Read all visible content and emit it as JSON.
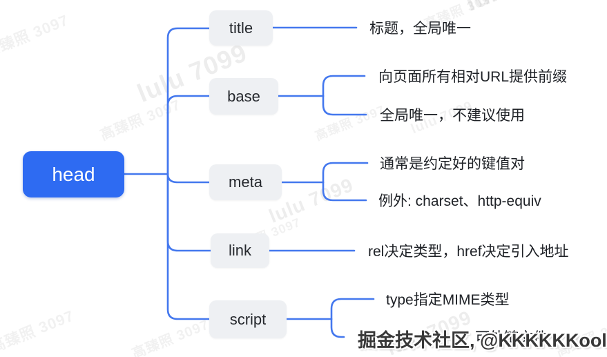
{
  "page": {
    "background": "#ffffff"
  },
  "colors": {
    "root_bg": "#2e6bf2",
    "root_text": "#ffffff",
    "branch_bg": "#eef0f3",
    "branch_text": "#26292e",
    "connector_line": "#4478ee",
    "leaf_text": "#1e2126"
  },
  "mindmap": {
    "root": {
      "label": "head"
    },
    "branches": [
      {
        "label": "title",
        "leaves": [
          "标题，全局唯一"
        ]
      },
      {
        "label": "base",
        "leaves": [
          "向页面所有相对URL提供前缀",
          "全局唯一，不建议使用"
        ]
      },
      {
        "label": "meta",
        "leaves": [
          "通常是约定好的键值对",
          "例外: charset、http-equiv"
        ]
      },
      {
        "label": "link",
        "leaves": [
          "rel决定类型，href决定引入地址"
        ]
      },
      {
        "label": "script",
        "leaves": [
          "type指定MIME类型",
          "可外链文件"
        ]
      }
    ]
  },
  "watermarks": {
    "badge": "掘金技术社区, @KKKKKKool",
    "items": [
      {
        "text": "高臻照 3097"
      },
      {
        "text": "lulu 7099"
      },
      {
        "text": "高臻照 3097"
      },
      {
        "text": "lulu 7099"
      },
      {
        "text": "高臻照 3097"
      },
      {
        "text": "lulu 7099"
      },
      {
        "text": "高臻照 3097"
      },
      {
        "text": "高臻照 3097"
      },
      {
        "text": "lulu 7099"
      },
      {
        "text": "高臻照 3097"
      },
      {
        "text": "lulu 7099"
      },
      {
        "text": "高臻照 3097"
      },
      {
        "text": "高臻照 3097"
      }
    ]
  }
}
